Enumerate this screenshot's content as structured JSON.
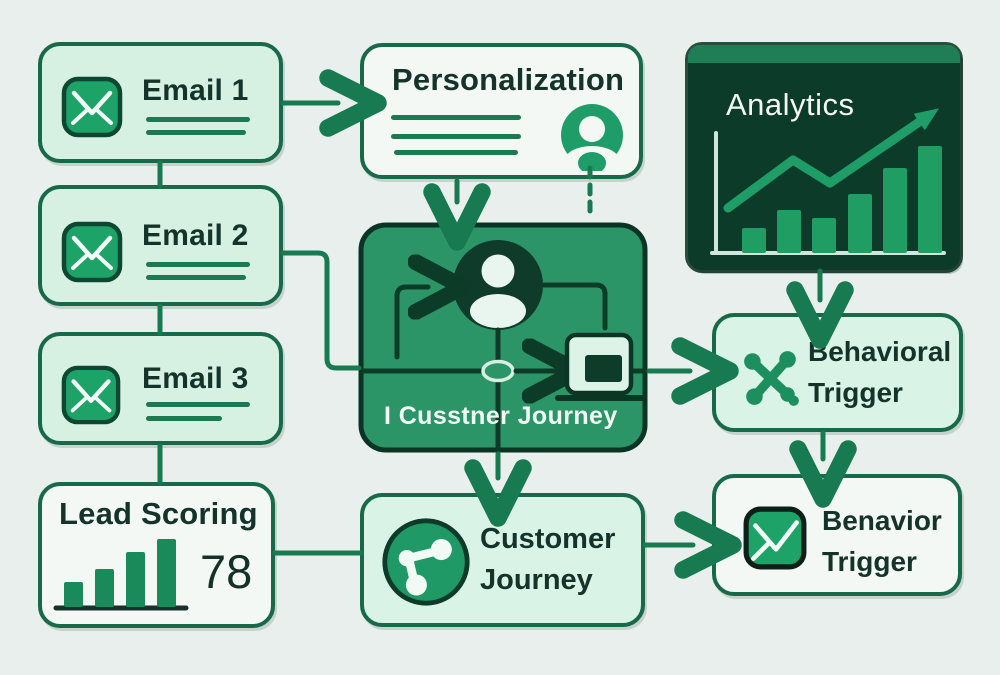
{
  "diagram_title": "marketing-automation-flow",
  "palette": {
    "background": "#e8efec",
    "mint_fill": "#d6f1e2",
    "white_fill": "#f3f8f5",
    "green": "#1f9d68",
    "bar_green": "#1f9d63",
    "lead_bar_green": "#1b8a5b",
    "dark_green_panel": "#0d3b29",
    "panel_topbar": "#1f7e55",
    "dark_box_fill": "#2b9568",
    "dark_box_border": "#0a3424",
    "box_border": "#17694a",
    "connector": "#177a50",
    "inner_line": "#0c3b28",
    "text_dark": "#14332a",
    "text_white": "#f2faf6",
    "envelope_green": "#1da268"
  },
  "nodes": {
    "email1": {
      "title": "Email 1",
      "icon": "envelope-icon"
    },
    "email2": {
      "title": "Email 2",
      "icon": "envelope-icon"
    },
    "email3": {
      "title": "Email 3",
      "icon": "envelope-icon"
    },
    "lead_scoring": {
      "title": "Lead Scoring",
      "score": "78",
      "icon": "bar-chart-icon"
    },
    "personalization": {
      "title": "Personalization",
      "icon": "person-icon"
    },
    "journey_map": {
      "title": "I Cusstner Journey",
      "icons": [
        "person-icon",
        "laptop-icon"
      ]
    },
    "analytics": {
      "title": "Analytics",
      "icon": "dashboard-chart-icon"
    },
    "behavioral_trigger": {
      "line1": "Behavioral",
      "line2": "Trigger",
      "icon": "network-nodes-icon"
    },
    "customer_journey": {
      "line1": "Customer",
      "line2": "Journey",
      "icon": "share-path-icon"
    },
    "behavior_trigger": {
      "line1": "Benavior",
      "line2": "Trigger",
      "icon": "envelope-icon"
    }
  },
  "connections": [
    "email1 -> personalization",
    "email1 -> email2",
    "email2 -> email3",
    "email3 -> lead_scoring",
    "email2 -> journey_map",
    "personalization -> journey_map",
    "personalization -person-dashed-> journey_map",
    "journey_map -> behavioral_trigger",
    "journey_map -> customer_journey",
    "analytics -> behavioral_trigger",
    "behavioral_trigger -> behavior_trigger",
    "lead_scoring -> customer_journey",
    "customer_journey -> behavior_trigger"
  ],
  "chart_data": [
    {
      "id": "analytics-bars",
      "type": "bar",
      "title": "Analytics",
      "values": [
        25,
        43,
        35,
        59,
        85,
        107
      ],
      "trend": [
        [
          40,
          163
        ],
        [
          105,
          115
        ],
        [
          142,
          138
        ],
        [
          237,
          73
        ]
      ],
      "axis_labels": "none",
      "note": "decorative dashboard, no tick labels shown"
    },
    {
      "id": "lead-scoring-bars",
      "type": "bar",
      "title": "Lead Scoring",
      "values": [
        25,
        38,
        55,
        68
      ],
      "score": 78
    }
  ]
}
